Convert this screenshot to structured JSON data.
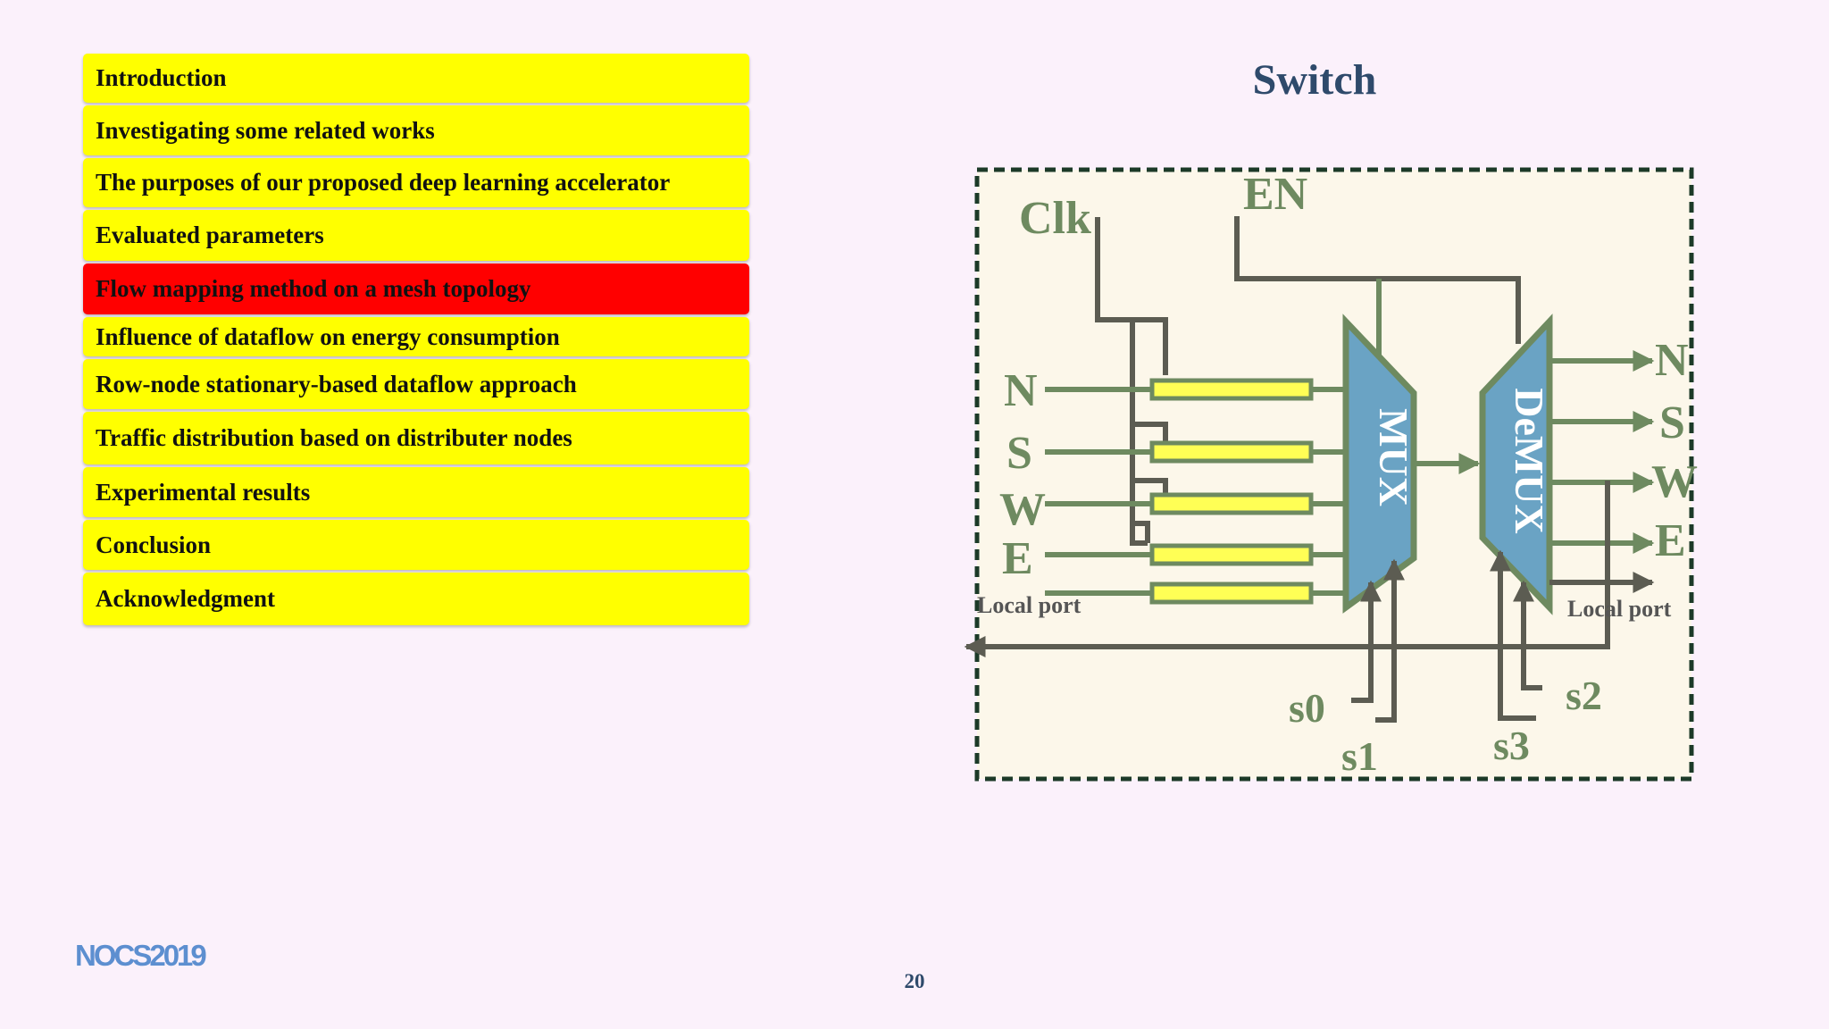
{
  "slide": {
    "title": "Switch",
    "page_number": "20",
    "logo_text": "NOCS2019"
  },
  "agenda": {
    "items": [
      {
        "label": "Introduction",
        "active": false
      },
      {
        "label": "Investigating some related works",
        "active": false
      },
      {
        "label": "The purposes of our proposed deep learning accelerator",
        "active": false
      },
      {
        "label": "Evaluated parameters",
        "active": false
      },
      {
        "label": "Flow mapping method on a mesh topology",
        "active": true
      },
      {
        "label": "Influence of dataflow on energy consumption",
        "active": false
      },
      {
        "label": "Row-node stationary-based dataflow approach",
        "active": false
      },
      {
        "label": "Traffic distribution based on distributer nodes",
        "active": false
      },
      {
        "label": "Experimental results",
        "active": false
      },
      {
        "label": "Conclusion",
        "active": false
      },
      {
        "label": "Acknowledgment",
        "active": false
      }
    ],
    "colors": {
      "normal": "#ffff00",
      "active": "#ff0000"
    }
  },
  "diagram": {
    "clk_label": "Clk",
    "en_label": "EN",
    "inputs": [
      "N",
      "S",
      "W",
      "E"
    ],
    "input_local": "Local port",
    "outputs": [
      "N",
      "S",
      "W",
      "E"
    ],
    "output_local": "Local port",
    "mux_label": "MUX",
    "demux_label": "DeMUX",
    "selects": [
      "s0",
      "s1",
      "s2",
      "s3"
    ],
    "colors": {
      "wire_green": "#6e8a60",
      "wire_gray": "#5c5c52",
      "mux_fill": "#6aa3c4",
      "register_fill": "#ffff55",
      "box_fill": "#fcf7ea",
      "box_border": "#1c3a28"
    }
  }
}
